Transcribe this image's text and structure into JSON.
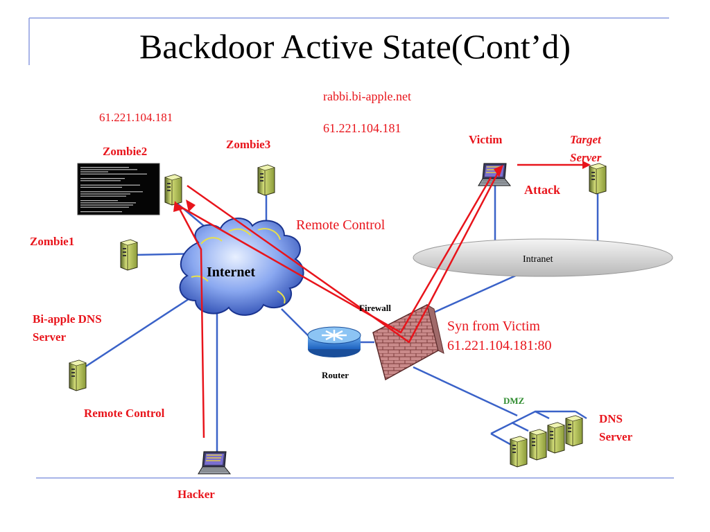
{
  "slide": {
    "title": "Backdoor Active State(Cont’d)"
  },
  "labels": {
    "domain_name": "rabbi.bi-apple.net",
    "ip_top_right": "61.221.104.181",
    "ip_top_left": "61.221.104.181",
    "zombie1": "Zombie1",
    "zombie2": "Zombie2",
    "zombie3": "Zombie3",
    "internet": "Internet",
    "remote_control_top": "Remote Control",
    "remote_control_bottom": "Remote Control",
    "bi_apple_dns_line1": "Bi-apple DNS",
    "bi_apple_dns_line2": "Server",
    "victim": "Victim",
    "target_line1": "Target",
    "target_line2": "Server",
    "attack": "Attack",
    "intranet": "Intranet",
    "firewall": "Firewall",
    "router": "Router",
    "syn_line1": "Syn from Victim",
    "syn_line2": "61.221.104.181:80",
    "dmz": "DMZ",
    "dns_line1": "DNS",
    "dns_line2": "Server",
    "hacker": "Hacker"
  },
  "colors": {
    "link_blue": "#3a62c8",
    "control_red": "#e8141b",
    "label_red": "#e8141b",
    "rule_blue": "#8a9be0",
    "server_green": "#c8d86a",
    "cloud_blue": "#3a5fd0"
  }
}
